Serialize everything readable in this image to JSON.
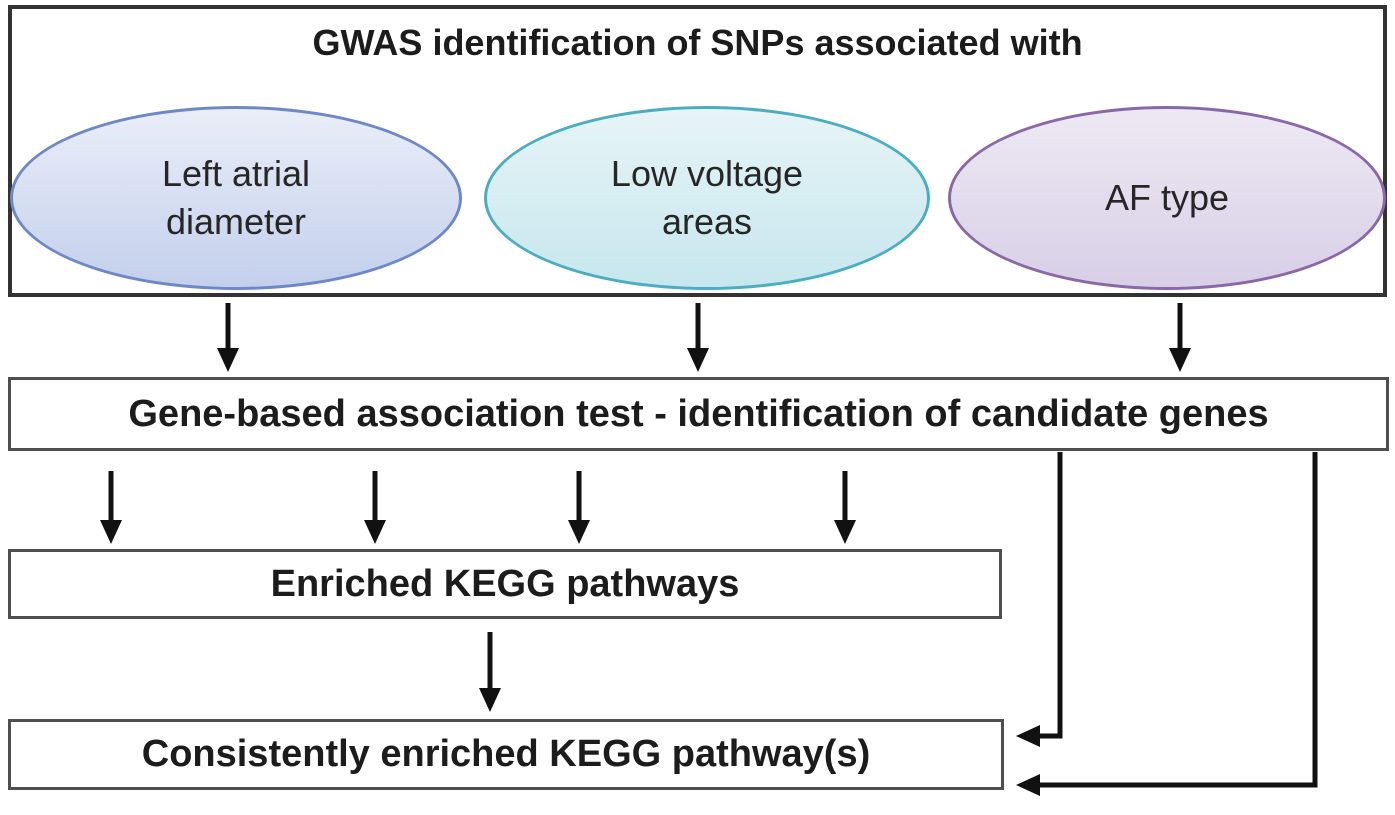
{
  "diagram": {
    "title": "GWAS identification of SNPs associated with",
    "ellipses": [
      {
        "label": "Left atrial diameter",
        "border_color": "#6d87c7",
        "fill_top": "#eaeef8",
        "fill_bottom": "#c3cfec"
      },
      {
        "label": "Low voltage areas",
        "border_color": "#4badc2",
        "fill_top": "#e7f4f6",
        "fill_bottom": "#c6e7ee"
      },
      {
        "label": "AF type",
        "border_color": "#8a68a8",
        "fill_top": "#ede9f3",
        "fill_bottom": "#d8cfe7"
      }
    ],
    "nodes": {
      "gene_test": "Gene-based association test - identification of candidate genes",
      "enriched": "Enriched KEGG pathways",
      "consistent": "Consistently enriched KEGG pathway(s)"
    },
    "colors": {
      "outer_border": "#333333",
      "box_border": "#4f4f4f",
      "arrow": "#111111",
      "text": "#1c1c1c"
    }
  }
}
